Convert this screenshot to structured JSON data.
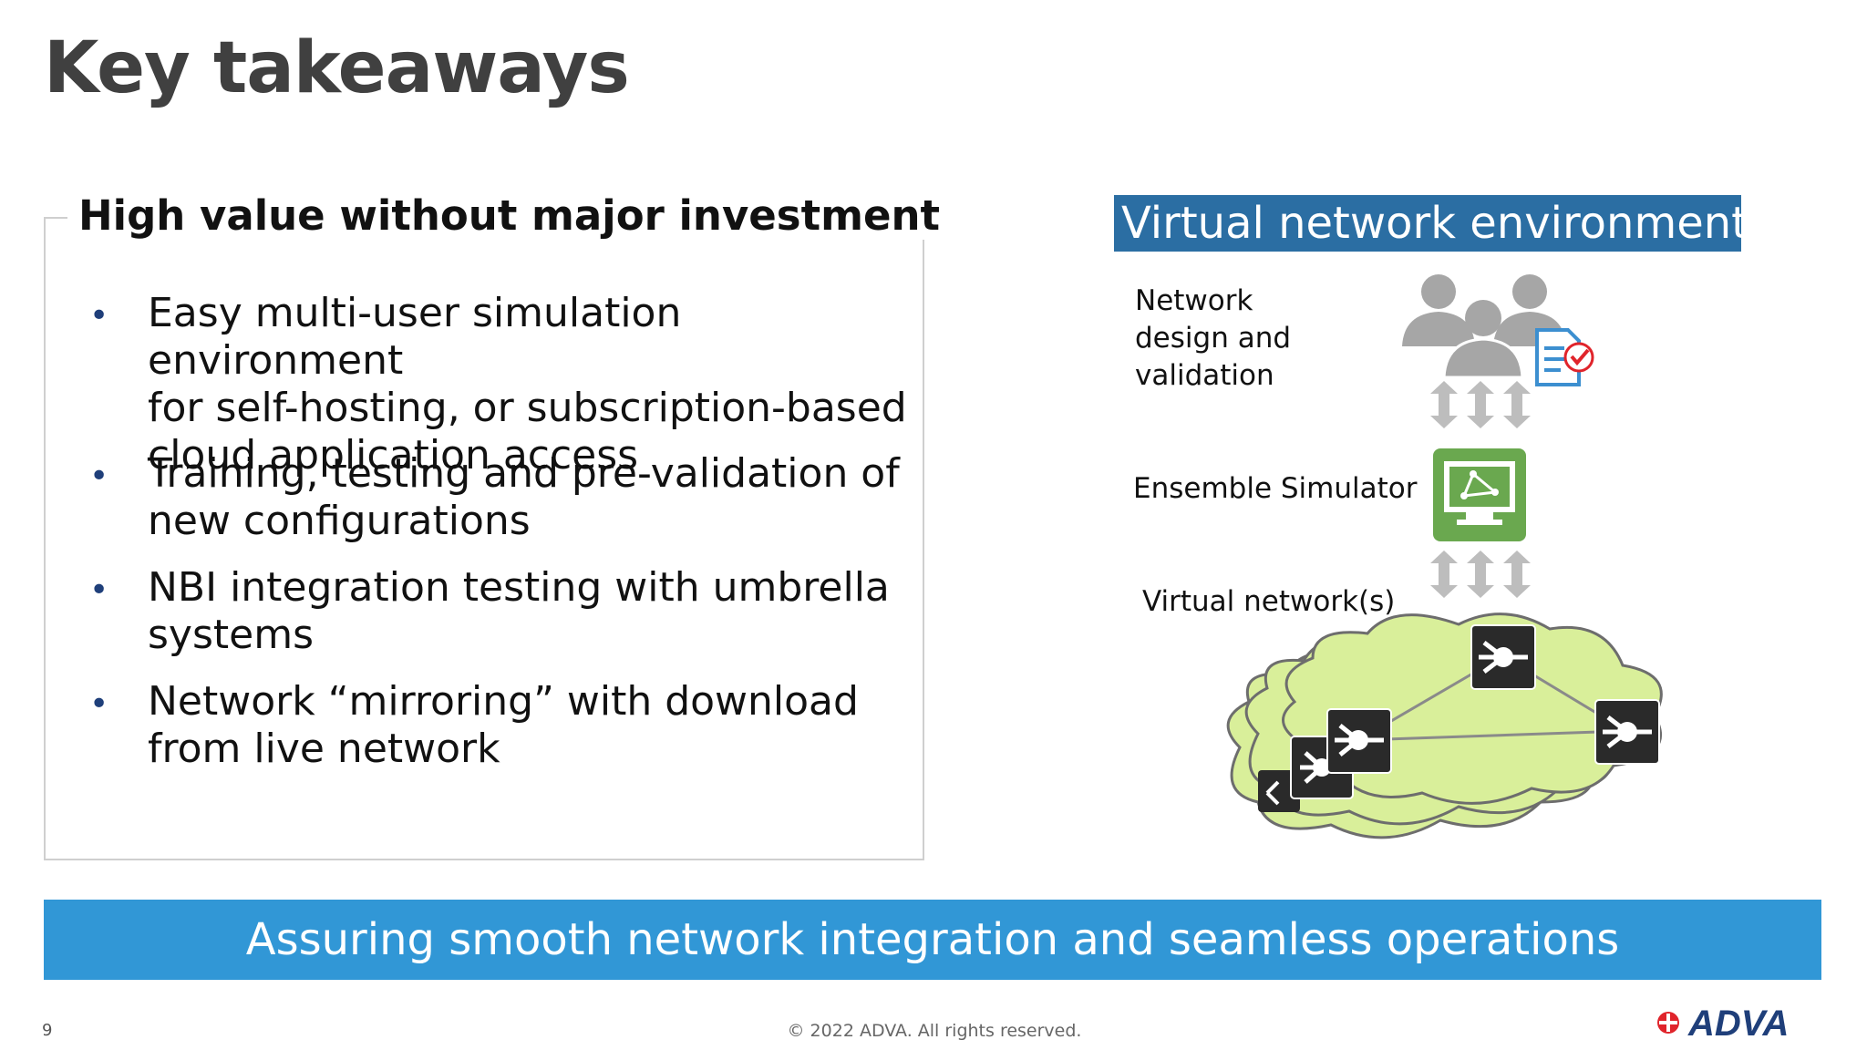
{
  "slide": {
    "title": "Key takeaways",
    "page_number": "9",
    "copyright": "© 2022 ADVA. All rights reserved."
  },
  "left_panel": {
    "heading": "High value without major investment",
    "bullet_symbol": "•",
    "bullets": [
      {
        "lines": [
          "Easy multi-user simulation environment",
          "for self-hosting, or subscription-based",
          "cloud application access"
        ]
      },
      {
        "lines": [
          "Training, testing and pre-validation of",
          "new configurations"
        ]
      },
      {
        "lines": [
          "NBI integration testing with umbrella",
          "systems"
        ]
      },
      {
        "lines": [
          "Network “mirroring” with download",
          "from live network"
        ]
      }
    ]
  },
  "right_panel": {
    "header": "Virtual network environment",
    "labels": {
      "design_line1": "Network",
      "design_line2": "design and",
      "design_line3": "validation",
      "simulator": "Ensemble Simulator",
      "networks": "Virtual network(s)"
    },
    "icons": [
      "users-icon",
      "checklist-icon",
      "double-arrow-icon",
      "monitor-icon",
      "cloud-icon",
      "network-node-icon"
    ],
    "colors": {
      "header_bg": "#2b6ea3",
      "cloud_fill": "#d9ef9a",
      "monitor_green": "#6aa84f",
      "arrow_gray": "#bdbdbd",
      "node_dark": "#2a2a2a"
    }
  },
  "banner": {
    "text": "Assuring smooth network integration and seamless operations",
    "color": "#3197d6"
  },
  "logo": {
    "text": "ADVA",
    "color": "#1f3f7a",
    "accent": "#e0242b"
  }
}
